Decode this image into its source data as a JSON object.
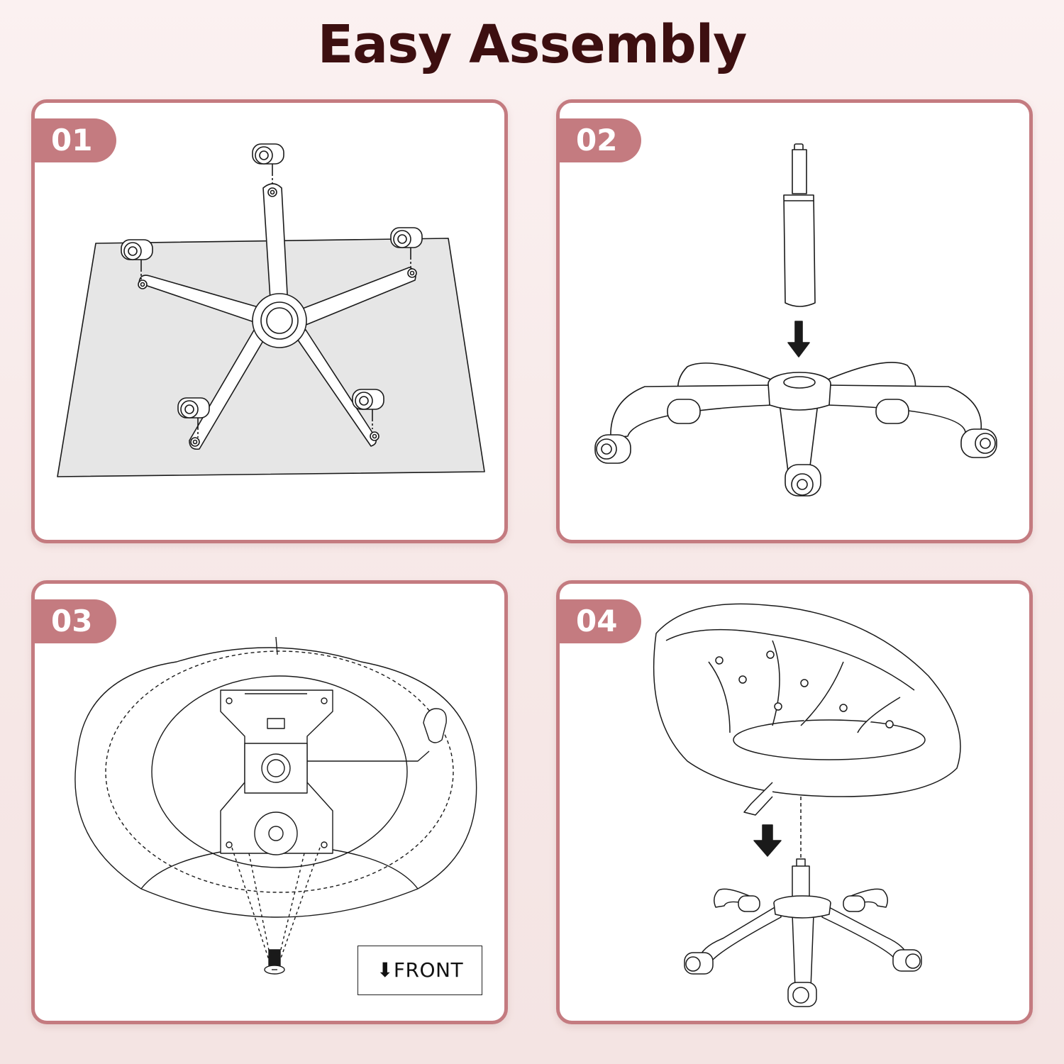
{
  "title": "Easy Assembly",
  "steps": [
    {
      "number": "01"
    },
    {
      "number": "02"
    },
    {
      "number": "03",
      "label": "⬇FRONT"
    },
    {
      "number": "04"
    }
  ],
  "colors": {
    "accent": "#c47b80",
    "title": "#3d0f10",
    "mat": "#e6e6e6",
    "line": "#1a1a1a"
  }
}
